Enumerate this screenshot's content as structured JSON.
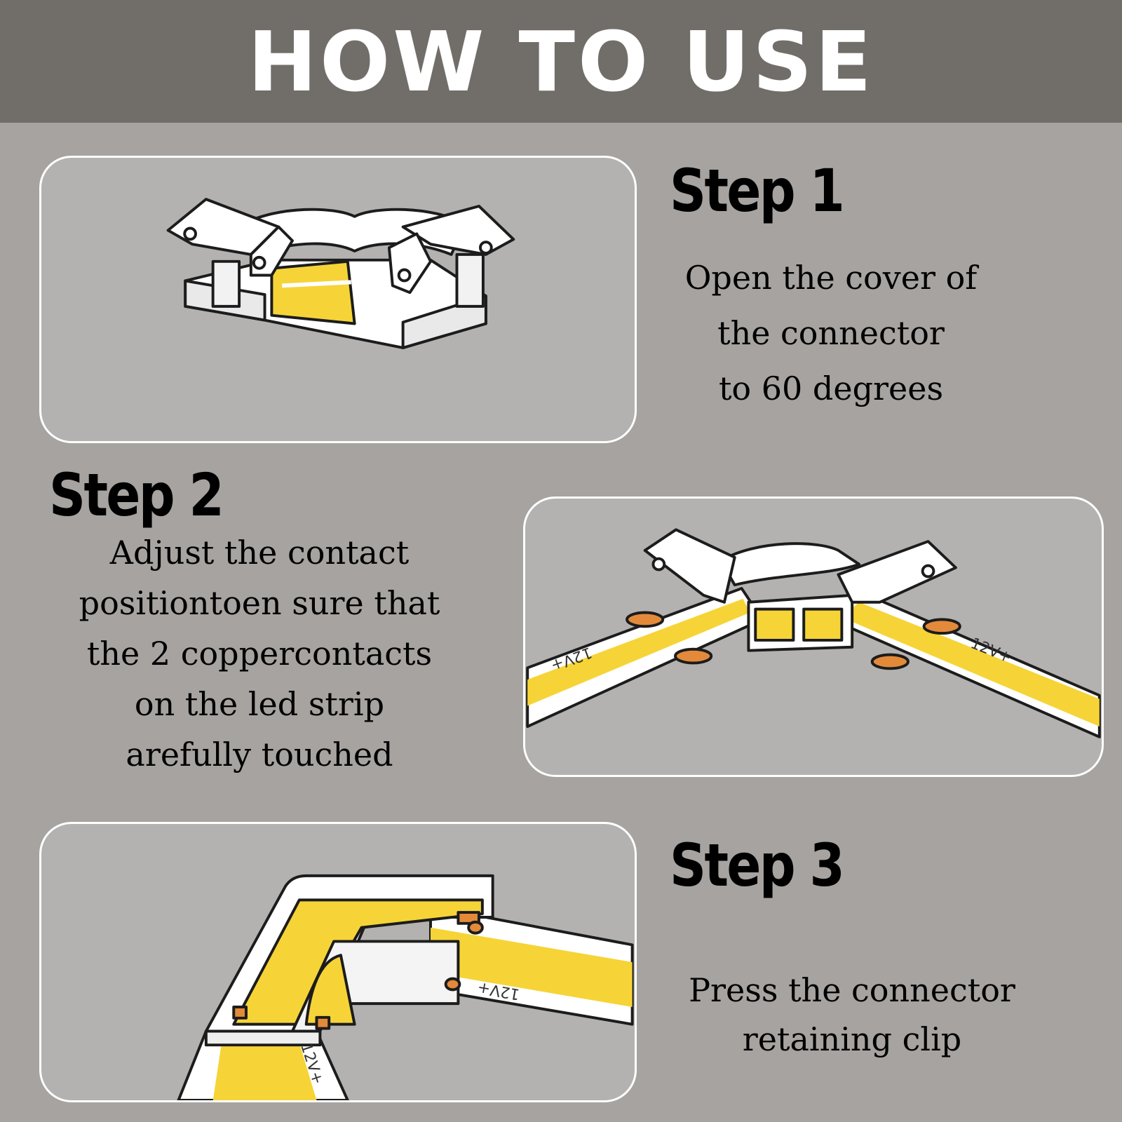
{
  "header": {
    "title": "HOW TO USE"
  },
  "steps": [
    {
      "title": "Step 1",
      "lines": [
        "Open the cover of",
        "the connector",
        "to 60 degrees"
      ]
    },
    {
      "title": "Step 2",
      "lines": [
        "Adjust the contact",
        "positiontoen sure that",
        "the 2 coppercontacts",
        "on the led strip",
        "arefully touched"
      ]
    },
    {
      "title": "Step 3",
      "lines": [
        "Press the connector",
        "retaining clip"
      ]
    }
  ],
  "strip_label": "12V+",
  "colors": {
    "header_bg": "#716e6a",
    "page_bg": "#a6a3a0",
    "panel_bg": "#b3b2b0",
    "led_yellow": "#f6d437",
    "copper": "#e38a3a"
  }
}
